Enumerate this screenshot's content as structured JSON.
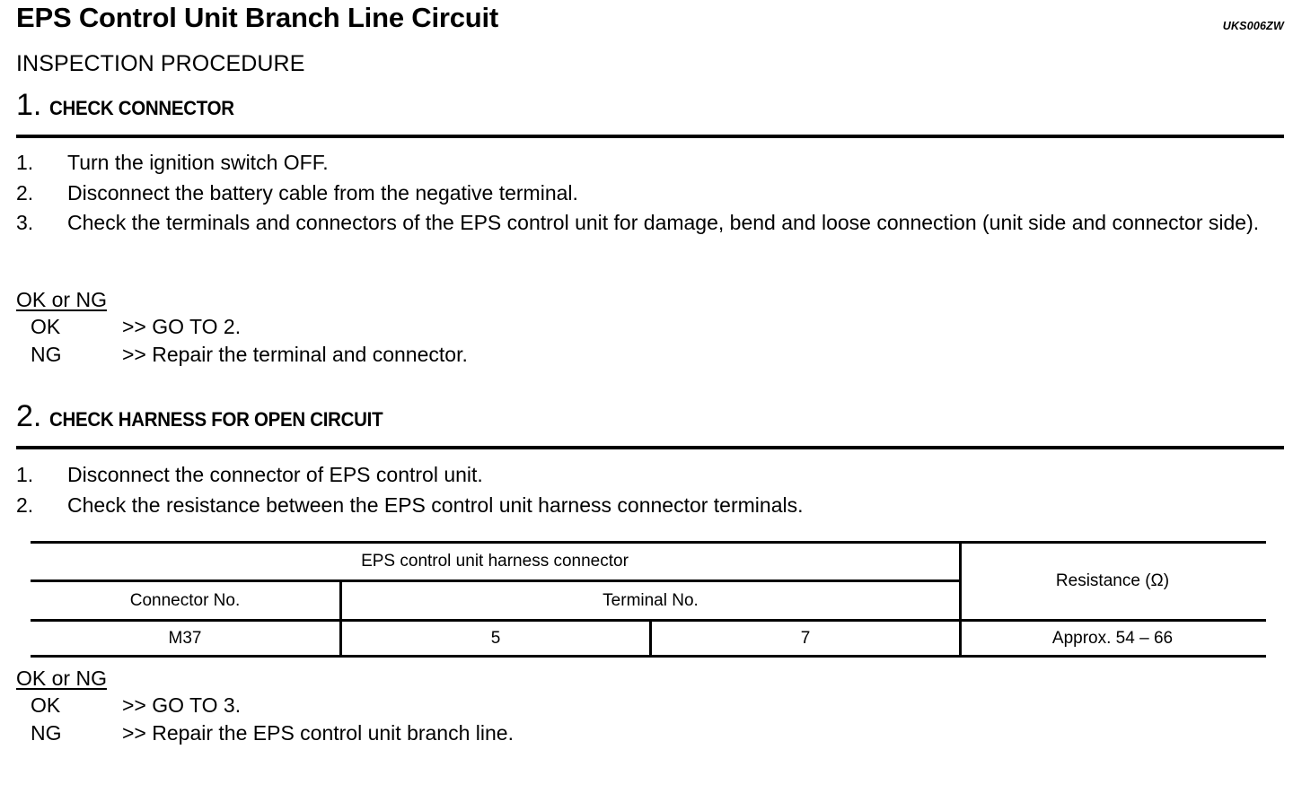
{
  "document": {
    "title": "EPS Control Unit Branch Line Circuit",
    "reference_code": "UKS006ZW",
    "section_label": "INSPECTION PROCEDURE"
  },
  "steps": [
    {
      "number": "1.",
      "title": "CHECK CONNECTOR",
      "items": [
        {
          "num": "1.",
          "text": "Turn the ignition switch OFF."
        },
        {
          "num": "2.",
          "text": "Disconnect the battery cable from the negative terminal."
        },
        {
          "num": "3.",
          "text": "Check the terminals and connectors of the EPS control unit for damage, bend and loose connection (unit side and connector side)."
        }
      ],
      "result": {
        "heading": "OK or NG",
        "ok_key": "OK",
        "ok_value": ">> GO TO 2.",
        "ng_key": "NG",
        "ng_value": ">> Repair the terminal and connector."
      }
    },
    {
      "number": "2.",
      "title": "CHECK HARNESS FOR OPEN CIRCUIT",
      "items": [
        {
          "num": "1.",
          "text": "Disconnect the connector of EPS control unit."
        },
        {
          "num": "2.",
          "text": "Check the resistance between the EPS control unit harness connector terminals."
        }
      ],
      "result": {
        "heading": "OK or NG",
        "ok_key": "OK",
        "ok_value": ">> GO TO 3.",
        "ng_key": "NG",
        "ng_value": ">> Repair the EPS control unit branch line."
      }
    }
  ],
  "table": {
    "group_header": "EPS control unit harness connector",
    "resistance_header": "Resistance (Ω)",
    "connector_no_header": "Connector No.",
    "terminal_no_header": "Terminal No.",
    "row": {
      "connector_no": "M37",
      "terminal_a": "5",
      "terminal_b": "7",
      "resistance": "Approx. 54 – 66"
    }
  }
}
